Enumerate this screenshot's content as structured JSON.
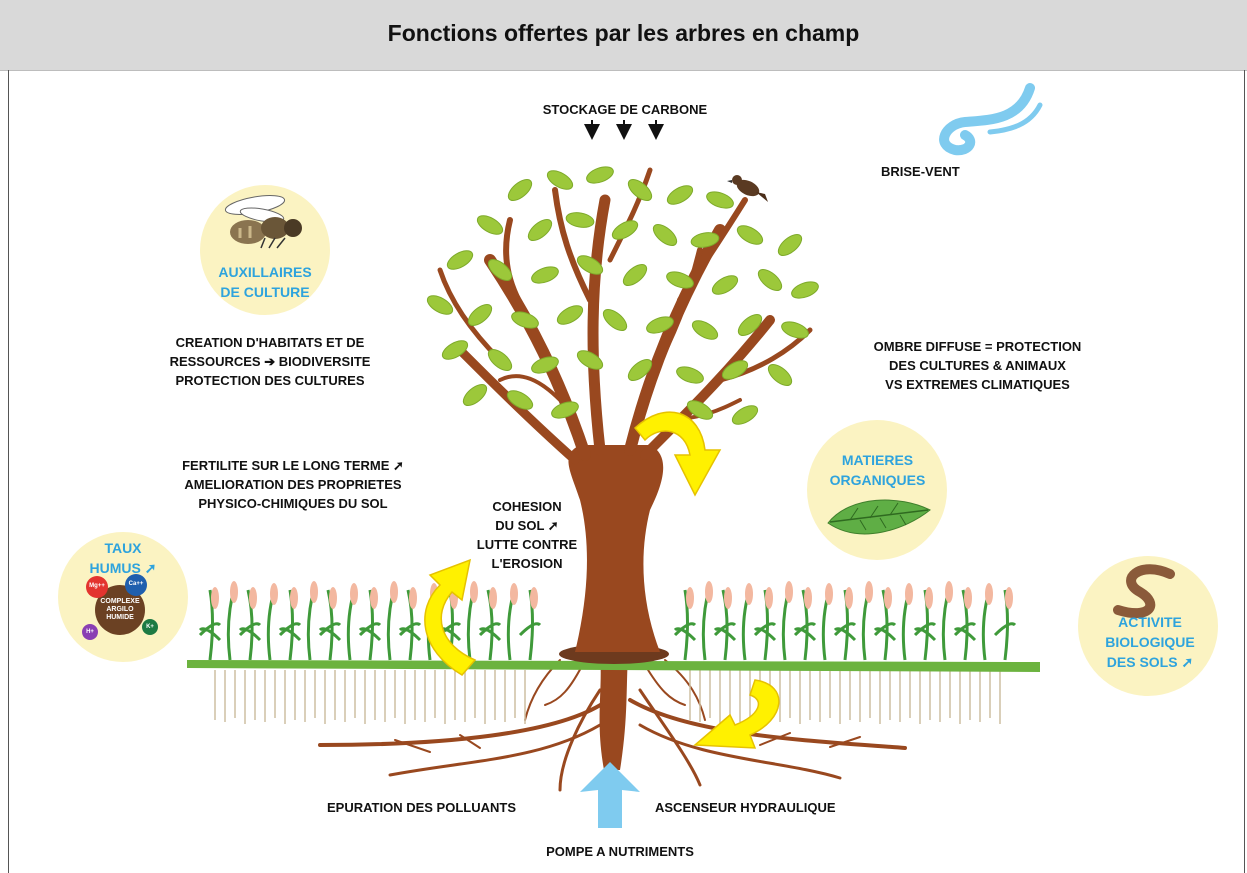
{
  "title": "Fonctions offertes par les arbres en champ",
  "labels": {
    "carbon": "STOCKAGE DE CARBONE",
    "windbreak": "BRISE-VENT",
    "auxiliaries": [
      "AUXILLAIRES",
      "DE CULTURE"
    ],
    "habitats": [
      "CREATION D'HABITATS ET DE",
      "RESSOURCES ➔ BIODIVERSITE",
      "PROTECTION DES CULTURES"
    ],
    "shade": [
      "OMBRE DIFFUSE = PROTECTION",
      "DES CULTURES & ANIMAUX",
      "VS EXTREMES CLIMATIQUES"
    ],
    "fertility": [
      "FERTILITE SUR LE LONG TERME ➚",
      "AMELIORATION DES PROPRIETES",
      "PHYSICO-CHIMIQUES DU SOL"
    ],
    "cohesion": [
      "COHESION",
      "DU SOL ➚",
      "LUTTE CONTRE",
      "L'EROSION"
    ],
    "organic": [
      "MATIERES",
      "ORGANIQUES"
    ],
    "humus": [
      "TAUX",
      "HUMUS ➚"
    ],
    "complex": [
      "COMPLEXE",
      "ARGILO",
      "HUMIDE"
    ],
    "ions": [
      "Mg++",
      "Ca++",
      "H+",
      "K+"
    ],
    "soil_activity": [
      "ACTIVITE",
      "BIOLOGIQUE",
      "DES SOLS ➚"
    ],
    "purification": "EPURATION DES POLLUANTS",
    "hydraulic": "ASCENSEUR HYDRAULIQUE",
    "nutrient_pump": "POMPE A NUTRIMENTS"
  },
  "colors": {
    "trunk": "#99481f",
    "leaf": "#9cc83a",
    "grass": "#6cb33f",
    "arrow_yellow": "#fff100",
    "circle_bg": "#fbf3c2",
    "blue_text": "#2ea3dd",
    "wind": "#7fcbef"
  },
  "icons": [
    "bee-icon",
    "bird-icon",
    "wind-icon",
    "leaf-icon",
    "worm-icon",
    "water-arrow-icon"
  ]
}
